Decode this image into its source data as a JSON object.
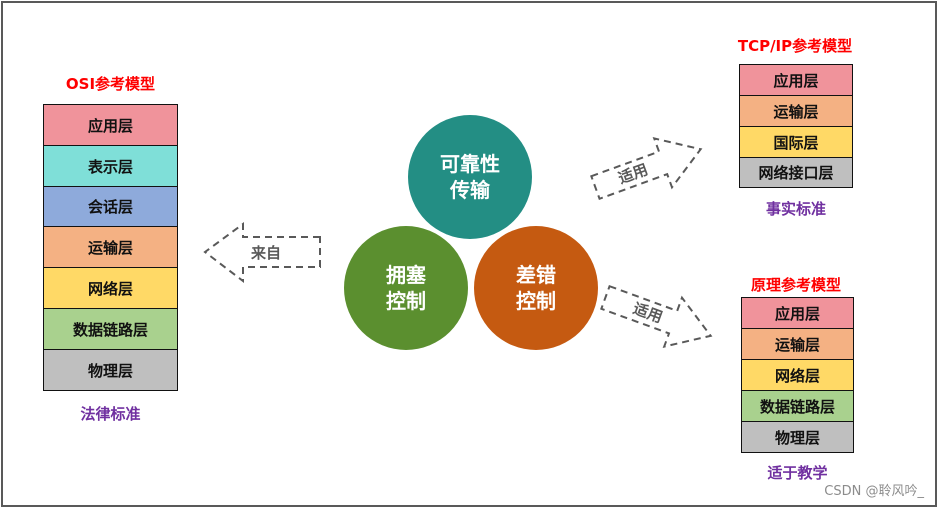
{
  "osi_model": {
    "title": "OSI参考模型",
    "layers": [
      {
        "label": "应用层",
        "color": "#f0939b"
      },
      {
        "label": "表示层",
        "color": "#7fdfd8"
      },
      {
        "label": "会话层",
        "color": "#8eaadb"
      },
      {
        "label": "运输层",
        "color": "#f4b183"
      },
      {
        "label": "网络层",
        "color": "#ffd966"
      },
      {
        "label": "数据链路层",
        "color": "#a9d18e"
      },
      {
        "label": "物理层",
        "color": "#bfbfbf"
      }
    ],
    "caption": "法律标准"
  },
  "tcpip_model": {
    "title": "TCP/IP参考模型",
    "layers": [
      {
        "label": "应用层",
        "color": "#f0939b"
      },
      {
        "label": "运输层",
        "color": "#f4b183"
      },
      {
        "label": "国际层",
        "color": "#ffd966"
      },
      {
        "label": "网络接口层",
        "color": "#bfbfbf"
      }
    ],
    "caption": "事实标准"
  },
  "principle_model": {
    "title": "原理参考模型",
    "layers": [
      {
        "label": "应用层",
        "color": "#f0939b"
      },
      {
        "label": "运输层",
        "color": "#f4b183"
      },
      {
        "label": "网络层",
        "color": "#ffd966"
      },
      {
        "label": "数据链路层",
        "color": "#a9d18e"
      },
      {
        "label": "物理层",
        "color": "#bfbfbf"
      }
    ],
    "caption": "适于教学"
  },
  "circles": [
    {
      "label": "可靠性\n传输",
      "color": "#238e84"
    },
    {
      "label": "拥塞\n控制",
      "color": "#5b8f2f"
    },
    {
      "label": "差错\n控制",
      "color": "#c55a11"
    }
  ],
  "arrows": {
    "from_label": "来自",
    "apply_top_label": "适用",
    "apply_bottom_label": "适用"
  },
  "watermark": "CSDN @聆风吟_"
}
